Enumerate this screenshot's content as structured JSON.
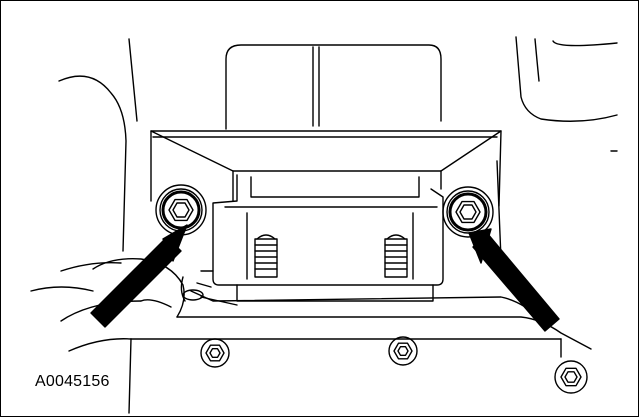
{
  "figure": {
    "id": "A0045156",
    "line_color": "#000000",
    "background": "#ffffff"
  },
  "callouts": [
    {
      "name": "left-arrow",
      "points_to": "left-mount-bolt"
    },
    {
      "name": "right-arrow",
      "points_to": "right-mount-bolt"
    }
  ],
  "icons": [
    "hex-bolt-icon",
    "arrow-icon",
    "stud-icon"
  ]
}
